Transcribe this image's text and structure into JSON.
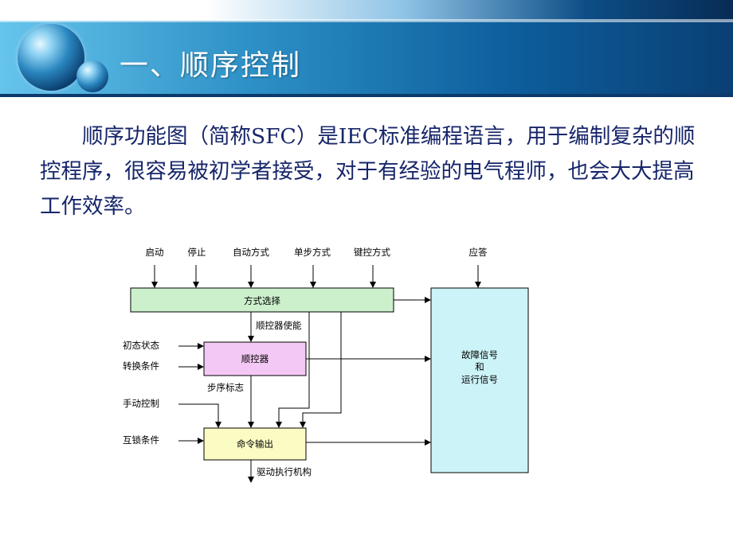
{
  "slide": {
    "title": "一、顺序控制",
    "paragraph": "顺序功能图（简称SFC）是IEC标准编程语言，用于编制复杂的顺控程序，很容易被初学者接受，对于有经验的电气程师，也会大大提高工作效率。"
  },
  "diagram": {
    "inputs_top": [
      "启动",
      "停止",
      "自动方式",
      "单步方式",
      "键控方式"
    ],
    "answer_input": "应答",
    "mode_select_box": "方式选择",
    "sequencer_enable_label": "顺控器使能",
    "initial_state_input": "初态状态",
    "transition_input": "转换条件",
    "sequencer_box": "顺控器",
    "step_flag_label": "步序标志",
    "manual_control_input": "手动控制",
    "interlock_input": "互锁条件",
    "command_output_box": "命令输出",
    "drive_output_label": "驱动执行机构",
    "signal_box_lines": [
      "故障信号",
      "和",
      "运行信号"
    ],
    "colors": {
      "mode_select_fill": "#ccf0cc",
      "sequencer_fill": "#f4c8f4",
      "command_output_fill": "#fbfbc4",
      "signal_box_fill": "#ccf3f7"
    }
  }
}
